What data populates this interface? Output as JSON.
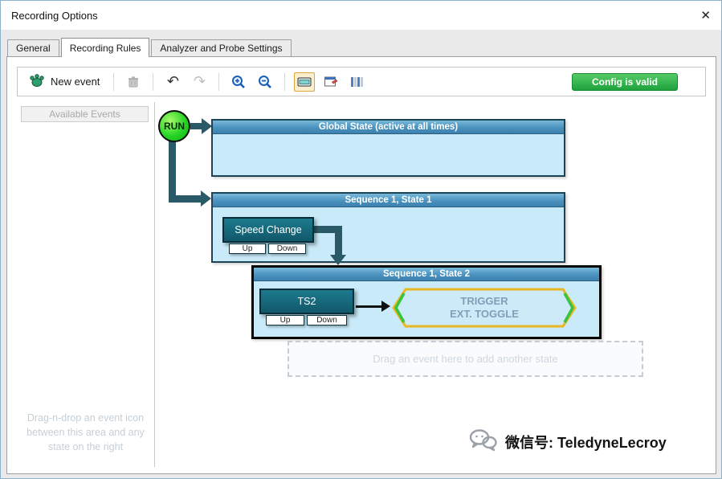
{
  "window": {
    "title": "Recording Options",
    "close_glyph": "✕"
  },
  "tabs": [
    {
      "label": "General"
    },
    {
      "label": "Recording Rules"
    },
    {
      "label": "Analyzer and Probe Settings"
    }
  ],
  "toolbar": {
    "new_event_label": "New event",
    "undo_glyph": "↶",
    "redo_glyph": "↷",
    "config_status": "Config is valid",
    "config_status_color": "#1ea23c"
  },
  "left_panel": {
    "header": "Available Events",
    "hint": "Drag-n-drop an event icon between this area and any state on the right"
  },
  "diagram": {
    "run_label": "RUN",
    "global_state": {
      "title": "Global State (active at all times)"
    },
    "state1": {
      "title": "Sequence 1, State 1",
      "event_label": "Speed Change",
      "up_label": "Up",
      "down_label": "Down"
    },
    "state2": {
      "title": "Sequence 1, State 2",
      "event_label": "TS2",
      "up_label": "Up",
      "down_label": "Down",
      "action_line1": "TRIGGER",
      "action_line2": "EXT. TOGGLE"
    },
    "placeholder": "Drag an event here to add another state"
  },
  "watermark": {
    "text": "微信号: TeledyneLecroy"
  }
}
